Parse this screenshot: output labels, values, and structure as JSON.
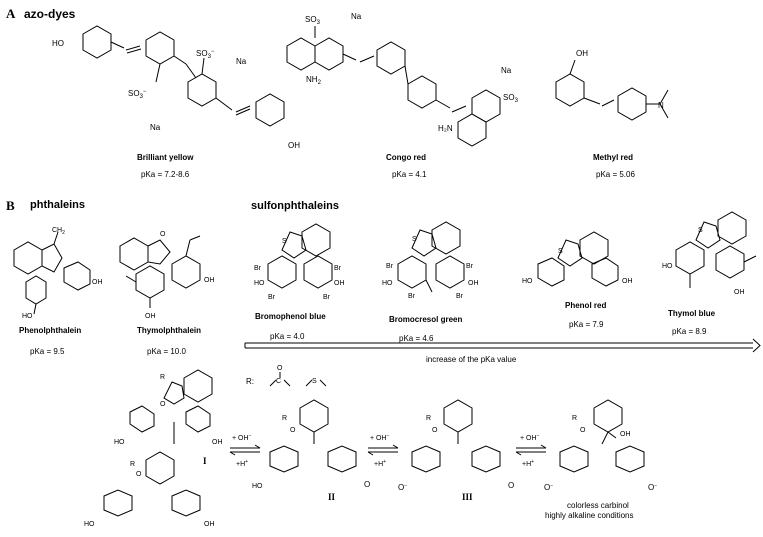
{
  "sections": [
    {
      "letter": "A",
      "title": "azo-dyes"
    },
    {
      "letter": "B",
      "title": "phthaleins",
      "title2": "sulfonphthaleins"
    }
  ],
  "azo": [
    {
      "name": "Brilliant yellow",
      "pka": "pKa = 7.2-8.6"
    },
    {
      "name": "Congo red",
      "pka": "pKa = 4.1"
    },
    {
      "name": "Methyl red",
      "pka": "pKa = 5.06"
    }
  ],
  "indicators": [
    {
      "name": "Phenolphthalein",
      "pka": "pKa = 9.5"
    },
    {
      "name": "Thymolphthalein",
      "pka": "pKa = 10.0"
    },
    {
      "name": "Bromophenol blue",
      "pka": "pKa = 4.0"
    },
    {
      "name": "Bromocresol green",
      "pka": "pKa = 4.6"
    },
    {
      "name": "Phenol red",
      "pka": "pKa = 7.9"
    },
    {
      "name": "Thymol blue",
      "pka": "pKa = 8.9"
    }
  ],
  "arrow_label": "increase of the pKa value",
  "mechanism": {
    "r_label": "R:",
    "forms": [
      "I",
      "II",
      "III"
    ],
    "fwd": "+ OH",
    "back": "+H",
    "carbinol": [
      "colorless carbinol",
      "highly alkaline conditions"
    ]
  },
  "atoms": {
    "ho": "HO",
    "oh": "OH",
    "br": "Br",
    "o": "O",
    "s": "S",
    "na": "Na",
    "nh2": "NH",
    "h2n": "H₂N",
    "n": "N",
    "ch2": "CH",
    "r": "R"
  }
}
